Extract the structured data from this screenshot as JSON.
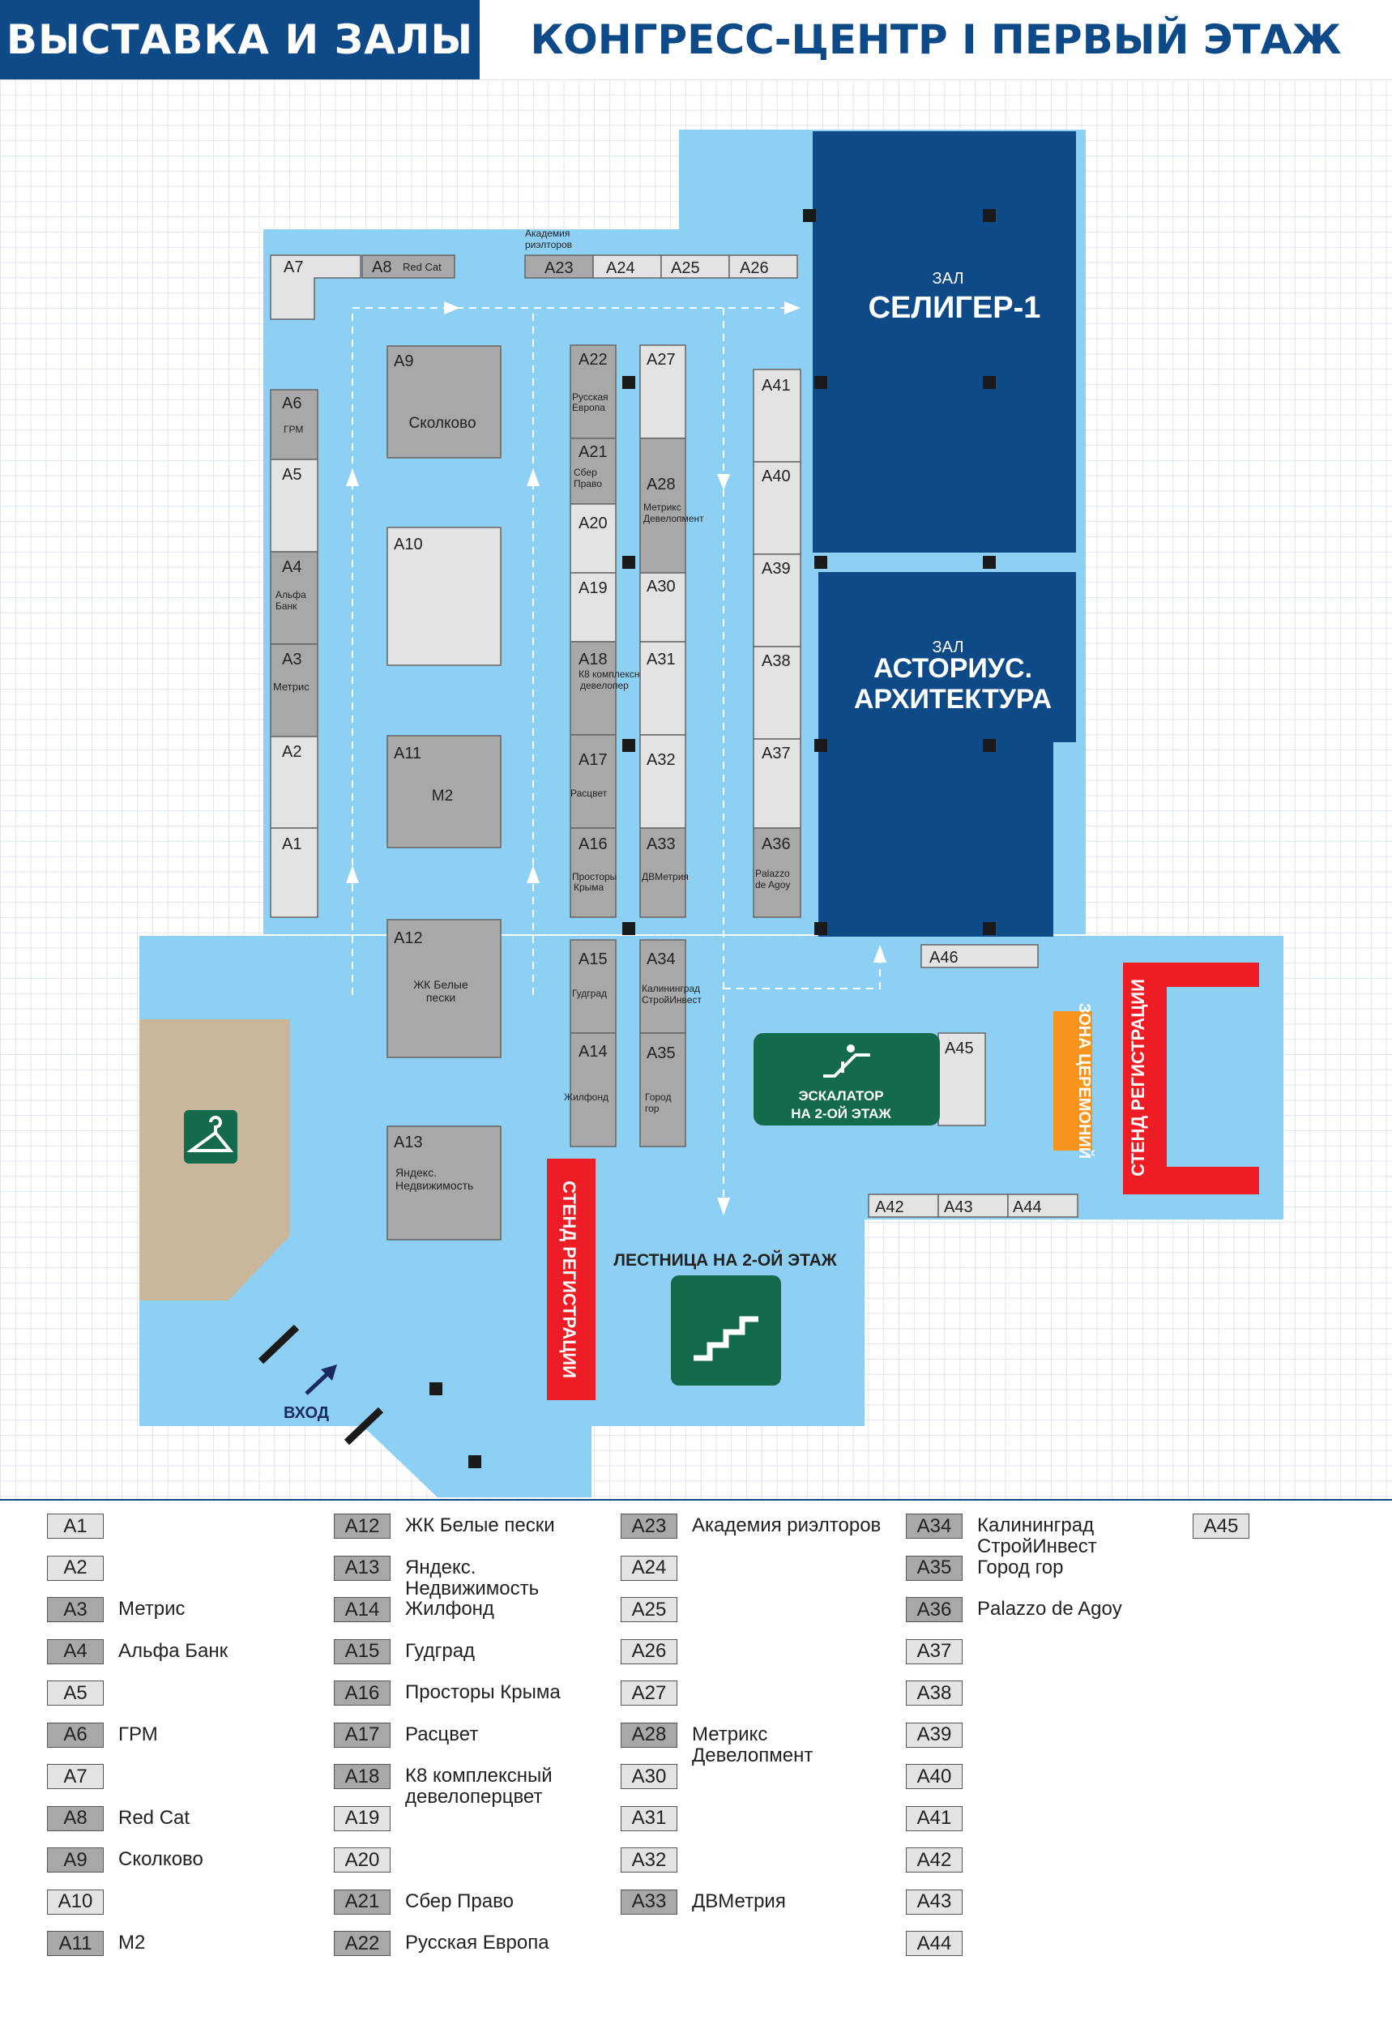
{
  "header": {
    "left_title": "ВЫСТАВКА И ЗАЛЫ",
    "right_title": "КОНГРЕСС-ЦЕНТР I ПЕРВЫЙ ЭТАЖ"
  },
  "colors": {
    "header_blue": "#0e4a88",
    "floor_blue": "#8ed0f3",
    "hall_blue": "#0e4a88",
    "stand_light": "#e3e3e3",
    "stand_dark": "#a8a8a8",
    "registration_red": "#ee1c24",
    "ceremony_orange": "#f7941d",
    "green_facility": "#136b4c",
    "cloakroom_tan": "#c9b79c"
  },
  "halls": {
    "seliger": {
      "small": "ЗАЛ",
      "name": "СЕЛИГЕР-1"
    },
    "astorius": {
      "small": "ЗАЛ",
      "line1": "АСТОРИУС.",
      "line2": "АРХИТЕКТУРА"
    }
  },
  "facilities": {
    "escalator": {
      "line1": "ЭСКАЛАТОР",
      "line2": "НА 2-ОЙ ЭТАЖ",
      "icon": "escalator-icon"
    },
    "stairs": {
      "label": "ЛЕСТНИЦА НА 2-ОЙ ЭТАЖ",
      "icon": "stairs-icon"
    },
    "cloakroom": {
      "icon": "hanger-icon"
    },
    "registration": "СТЕНД РЕГИСТРАЦИИ",
    "ceremony": "ЗОНА ЦЕРЕМОНИЙ",
    "entrance": "ВХОД"
  },
  "stands": {
    "A1": {
      "code": "A1"
    },
    "A2": {
      "code": "A2"
    },
    "A3": {
      "code": "A3",
      "label": "Метрис"
    },
    "A4": {
      "code": "A4",
      "line1": "Альфа",
      "line2": "Банк"
    },
    "A5": {
      "code": "A5"
    },
    "A6": {
      "code": "A6",
      "label": "ГРМ"
    },
    "A7": {
      "code": "A7"
    },
    "A8": {
      "code": "A8",
      "label": "Red Cat"
    },
    "A9": {
      "code": "A9",
      "label": "Сколково"
    },
    "A10": {
      "code": "A10"
    },
    "A11": {
      "code": "A11",
      "label": "М2"
    },
    "A12": {
      "code": "A12",
      "line1": "ЖК Белые",
      "line2": "пески"
    },
    "A13": {
      "code": "A13",
      "line1": "Яндекс.",
      "line2": "Недвижимость"
    },
    "A14": {
      "code": "A14",
      "label": "Жилфонд"
    },
    "A15": {
      "code": "A15",
      "label": "Гудград"
    },
    "A16": {
      "code": "A16",
      "line1": "Просторы",
      "line2": "Крыма"
    },
    "A17": {
      "code": "A17",
      "label": "Расцвет"
    },
    "A18": {
      "code": "A18",
      "line1": "К8 комплексный",
      "line2": "девелопер"
    },
    "A19": {
      "code": "A19"
    },
    "A20": {
      "code": "A20"
    },
    "A21": {
      "code": "A21",
      "line1": "Сбер",
      "line2": "Право"
    },
    "A22": {
      "code": "A22",
      "line1": "Русская",
      "line2": "Европа"
    },
    "A23": {
      "code": "A23",
      "line1": "Академия",
      "line2": "риэлторов"
    },
    "A24": {
      "code": "A24"
    },
    "A25": {
      "code": "A25"
    },
    "A26": {
      "code": "A26"
    },
    "A27": {
      "code": "A27"
    },
    "A28": {
      "code": "A28",
      "line1": "Метрикс",
      "line2": "Девелопмент"
    },
    "A30": {
      "code": "A30"
    },
    "A31": {
      "code": "A31"
    },
    "A32": {
      "code": "A32"
    },
    "A33": {
      "code": "A33",
      "label": "ДВМетрия"
    },
    "A34": {
      "code": "A34",
      "line1": "Калининград",
      "line2": "СтройИнвест"
    },
    "A35": {
      "code": "A35",
      "line1": "Город",
      "line2": "гор"
    },
    "A36": {
      "code": "A36",
      "line1": "Palazzo",
      "line2": "de Agoy"
    },
    "A37": {
      "code": "A37"
    },
    "A38": {
      "code": "A38"
    },
    "A39": {
      "code": "A39"
    },
    "A40": {
      "code": "A40"
    },
    "A41": {
      "code": "A41"
    },
    "A42": {
      "code": "A42"
    },
    "A43": {
      "code": "A43"
    },
    "A44": {
      "code": "A44"
    },
    "A45": {
      "code": "A45"
    },
    "A46": {
      "code": "A46"
    }
  },
  "legend": {
    "col1": [
      {
        "code": "A1",
        "name": "",
        "style": "light"
      },
      {
        "code": "A2",
        "name": "",
        "style": "light"
      },
      {
        "code": "A3",
        "name": "Метрис",
        "style": "dark"
      },
      {
        "code": "A4",
        "name": "Альфа Банк",
        "style": "dark"
      },
      {
        "code": "A5",
        "name": "",
        "style": "light"
      },
      {
        "code": "A6",
        "name": "ГРМ",
        "style": "dark"
      },
      {
        "code": "A7",
        "name": "",
        "style": "light"
      },
      {
        "code": "A8",
        "name": "Red Cat",
        "style": "dark"
      },
      {
        "code": "A9",
        "name": "Сколково",
        "style": "dark"
      },
      {
        "code": "A10",
        "name": "",
        "style": "light"
      },
      {
        "code": "A11",
        "name": "М2",
        "style": "dark"
      }
    ],
    "col2": [
      {
        "code": "A12",
        "name": "ЖК Белые пески",
        "style": "dark"
      },
      {
        "code": "A13",
        "name": "Яндекс. Недвижимость",
        "style": "dark"
      },
      {
        "code": "A14",
        "name": "Жилфонд",
        "style": "dark"
      },
      {
        "code": "A15",
        "name": "Гудград",
        "style": "dark"
      },
      {
        "code": "A16",
        "name": "Просторы Крыма",
        "style": "dark"
      },
      {
        "code": "A17",
        "name": "Расцвет",
        "style": "dark"
      },
      {
        "code": "A18",
        "name": "К8 комплексный девелоперцвет",
        "style": "dark"
      },
      {
        "code": "A19",
        "name": "",
        "style": "light"
      },
      {
        "code": "A20",
        "name": "",
        "style": "light"
      },
      {
        "code": "A21",
        "name": "Сбер Право",
        "style": "dark"
      },
      {
        "code": "A22",
        "name": "Русская Европа",
        "style": "dark"
      }
    ],
    "col3": [
      {
        "code": "A23",
        "name": "Академия риэлторов",
        "style": "dark"
      },
      {
        "code": "A24",
        "name": "",
        "style": "light"
      },
      {
        "code": "A25",
        "name": "",
        "style": "light"
      },
      {
        "code": "A26",
        "name": "",
        "style": "light"
      },
      {
        "code": "A27",
        "name": "",
        "style": "light"
      },
      {
        "code": "A28",
        "name": "Метрикс Девелопмент",
        "style": "dark"
      },
      {
        "code": "A30",
        "name": "",
        "style": "light"
      },
      {
        "code": "A31",
        "name": "",
        "style": "light"
      },
      {
        "code": "A32",
        "name": "",
        "style": "light"
      },
      {
        "code": "A33",
        "name": "ДВМетрия",
        "style": "dark"
      }
    ],
    "col4": [
      {
        "code": "A34",
        "name": "Калининград СтройИнвест",
        "style": "dark"
      },
      {
        "code": "A35",
        "name": "Город гор",
        "style": "dark"
      },
      {
        "code": "A36",
        "name": "Palazzo de Agoy",
        "style": "dark"
      },
      {
        "code": "A37",
        "name": "",
        "style": "light"
      },
      {
        "code": "A38",
        "name": "",
        "style": "light"
      },
      {
        "code": "A39",
        "name": "",
        "style": "light"
      },
      {
        "code": "A40",
        "name": "",
        "style": "light"
      },
      {
        "code": "A41",
        "name": "",
        "style": "light"
      },
      {
        "code": "A42",
        "name": "",
        "style": "light"
      },
      {
        "code": "A43",
        "name": "",
        "style": "light"
      },
      {
        "code": "A44",
        "name": "",
        "style": "light"
      }
    ],
    "col5": [
      {
        "code": "A45",
        "name": "",
        "style": "light"
      }
    ]
  }
}
